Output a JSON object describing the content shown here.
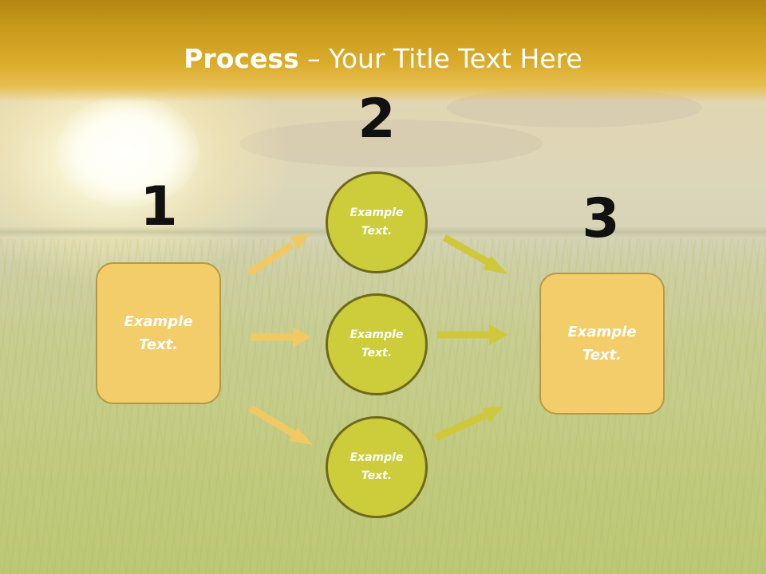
{
  "title": {
    "bold": "Process",
    "rest": " – Your Title Text Here"
  },
  "steps": {
    "one": "1",
    "two": "2",
    "three": "3"
  },
  "boxes": {
    "left": {
      "line1": "Example",
      "line2": "Text."
    },
    "right": {
      "line1": "Example",
      "line2": "Text."
    }
  },
  "circles": [
    {
      "line1": "Example",
      "line2": "Text."
    },
    {
      "line1": "Example",
      "line2": "Text."
    },
    {
      "line1": "Example",
      "line2": "Text."
    }
  ],
  "colors": {
    "title_band": "#c99a1b",
    "box_fill": "#f3cd6a",
    "circle_fill": "#cdcc3a",
    "arrow_orange": "#f0c964",
    "arrow_olive": "#cfc83a"
  }
}
